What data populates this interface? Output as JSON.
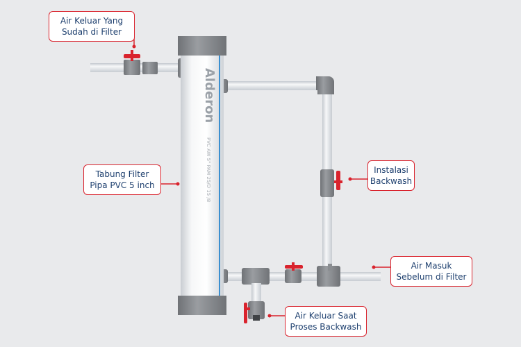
{
  "brand": {
    "name": "Alderon",
    "tube_print": "PVC AW 5\"   PAM 25/D   15 /8"
  },
  "labels": [
    {
      "id": "outlet",
      "lines": [
        "Air Keluar Yang",
        "Sudah di Filter"
      ]
    },
    {
      "id": "tube",
      "lines": [
        "Tabung Filter",
        "Pipa PVC 5 inch"
      ]
    },
    {
      "id": "backwash",
      "lines": [
        "Instalasi",
        "Backwash"
      ]
    },
    {
      "id": "inlet",
      "lines": [
        "Air Masuk",
        "Sebelum di Filter"
      ]
    },
    {
      "id": "drain",
      "lines": [
        "Air Keluar Saat",
        "Proses Backwash"
      ]
    }
  ],
  "colors": {
    "background": "#e9eaec",
    "accent_red": "#d9232d",
    "label_text": "#1d3f6e",
    "pipe": "#dfe3e7",
    "fitting": "#8a8d91",
    "water_line": "#3a8fd0"
  }
}
